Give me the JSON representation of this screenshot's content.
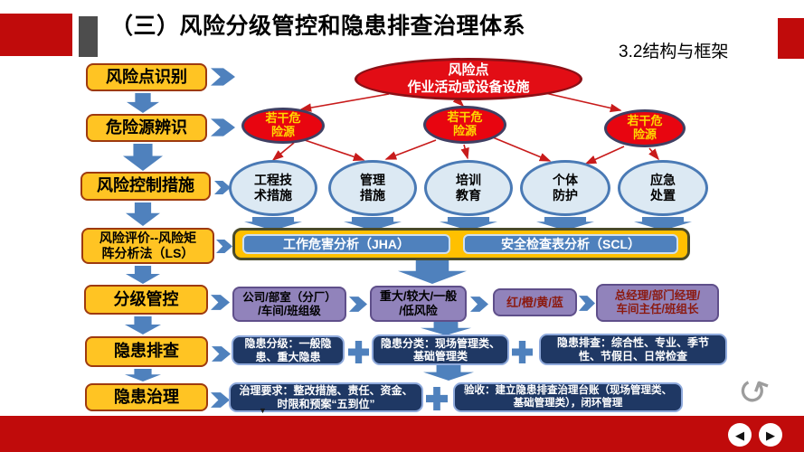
{
  "header": {
    "title": "（三）风险分级管控和隐患排查治理体系",
    "section_label": "3.2结构与框架"
  },
  "left_flow": [
    {
      "label": "风险点识别"
    },
    {
      "label": "危险源辨识"
    },
    {
      "label": "风险控制措施"
    },
    {
      "line1": "风险评价--风险矩",
      "line2": "阵分析法（LS）"
    },
    {
      "label": "分级管控"
    },
    {
      "label": "隐患排查"
    },
    {
      "label": "隐患治理"
    }
  ],
  "risk_point": {
    "line1": "风险点",
    "line2": "作业活动或设备设施"
  },
  "hazards": [
    {
      "line1": "若干危",
      "line2": "险源"
    },
    {
      "line1": "若干危",
      "line2": "险源"
    },
    {
      "line1": "若干危",
      "line2": "险源"
    }
  ],
  "measures": [
    {
      "line1": "工程技",
      "line2": "术措施"
    },
    {
      "line1": "管理",
      "line2": "措施"
    },
    {
      "line1": "培训",
      "line2": "教育"
    },
    {
      "line1": "个体",
      "line2": "防护"
    },
    {
      "line1": "应急",
      "line2": "处置"
    }
  ],
  "analysis": {
    "jha": "工作危害分析（JHA）",
    "scl": "安全检查表分析（SCL）"
  },
  "grading": {
    "org_levels": {
      "line1": "公司/部室（分厂）",
      "line2": "/车间/班组级"
    },
    "risk_levels": {
      "line1": "重大/较大/一般",
      "line2": "/低风险"
    },
    "color_levels": {
      "text": "红/橙/黄/蓝"
    },
    "managers": {
      "line1": "总经理/部门经理/",
      "line2": "车间主任/班组长"
    }
  },
  "screening": {
    "grades": {
      "line1": "隐患分级：一般隐",
      "line2": "患、重大隐患"
    },
    "categories": {
      "line1": "隐患分类：现场管理类、",
      "line2": "基础管理类"
    },
    "types": {
      "line1": "隐患排查：综合性、专业、季节",
      "line2": "性、节假日、日常检查"
    }
  },
  "treatment": {
    "requirements": {
      "line1": "治理要求：整改措施、责任、资金、",
      "line2": "时限和预案“五到位”"
    },
    "acceptance": {
      "line1": "验收：建立隐患排查治理台账（现场管理类、",
      "line2": "基础管理类），闭环管理"
    }
  },
  "footer": {
    "marker_glyph": "▼",
    "refresh_glyph": "↺",
    "prev_glyph": "◀",
    "next_glyph": "▶"
  },
  "colors": {
    "accent_red": "#c00b0b",
    "gold_fill": "#ffc423",
    "gold_border": "#9e3a0f",
    "arrow_blue": "#4f81bd",
    "ellipse_red": "#e20d15",
    "hazard_text_yellow": "#ffd800",
    "measure_fill": "#dce9f3",
    "measure_border": "#4a7ab5",
    "purple_fill": "#9183bb",
    "navy_fill": "#1f3864"
  }
}
